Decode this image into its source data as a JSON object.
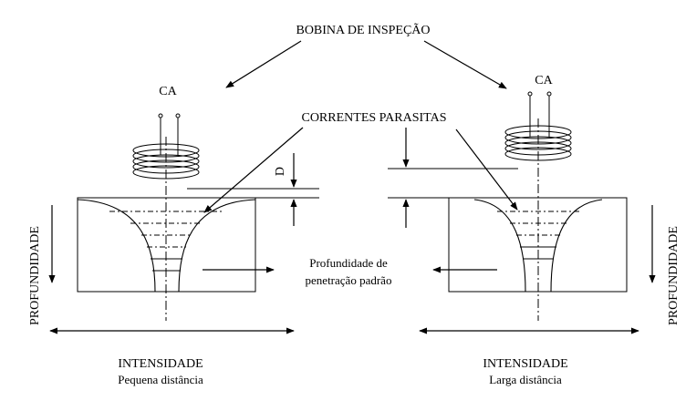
{
  "labels": {
    "coil_title": "BOBINA DE INSPEÇÃO",
    "ca_left": "CA",
    "ca_right": "CA",
    "eddy": "CORRENTES PARASITAS",
    "distance": "D",
    "depth_left": "PROFUNDIDADE",
    "depth_right": "PROFUNDIDADE",
    "penetration_line1": "Profundidade de",
    "penetration_line2": "penetração padrão",
    "intensity_left": "INTENSIDADE",
    "intensity_right": "INTENSIDADE",
    "distance_left": "Pequena distância",
    "distance_right": "Larga distância"
  }
}
